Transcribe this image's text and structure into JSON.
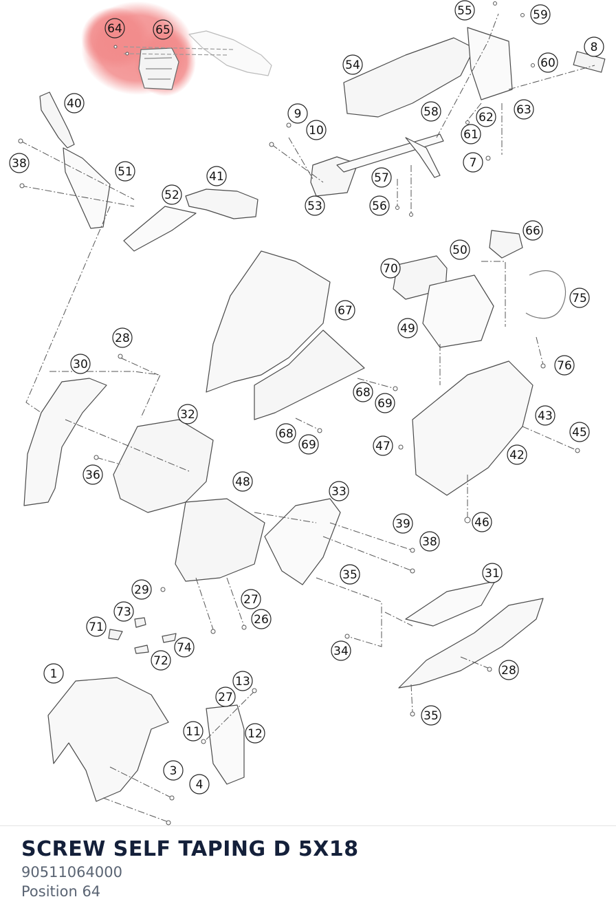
{
  "highlight_color": "#f28b8b",
  "diagram_labels": [
    "1",
    "3",
    "4",
    "7",
    "8",
    "9",
    "10",
    "11",
    "12",
    "13",
    "26",
    "27",
    "27",
    "28",
    "28",
    "29",
    "30",
    "31",
    "32",
    "33",
    "34",
    "35",
    "35",
    "35",
    "36",
    "38",
    "38",
    "39",
    "40",
    "41",
    "42",
    "43",
    "45",
    "46",
    "47",
    "48",
    "49",
    "50",
    "51",
    "52",
    "53",
    "54",
    "55",
    "56",
    "57",
    "58",
    "59",
    "60",
    "61",
    "62",
    "63",
    "64",
    "65",
    "66",
    "67",
    "68",
    "68",
    "69",
    "69",
    "70",
    "71",
    "72",
    "73",
    "74",
    "75",
    "76"
  ],
  "part": {
    "title": "SCREW SELF TAPING D 5X18",
    "number": "90511064000",
    "position": "Position 64"
  }
}
